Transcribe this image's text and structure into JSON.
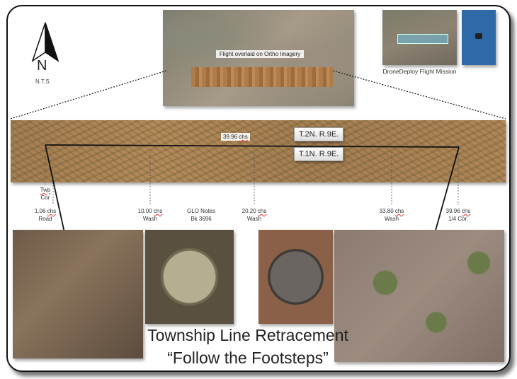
{
  "north_arrow": {
    "letter": "N",
    "scale_note": "N.T.S."
  },
  "top_image": {
    "caption": "Flight overlaid on Ortho Imagery"
  },
  "dronedeploy": {
    "caption": "DroneDeploy Flight Mission"
  },
  "strip": {
    "distance_label": "39.96",
    "distance_unit": "chs",
    "township_north": "T.2N. R.9E.",
    "township_south": "T.1N. R.9E."
  },
  "stations": [
    {
      "line1a": "Twp",
      "line2": "Cor"
    },
    {
      "value": "1.06",
      "unit": "chs",
      "line2": "Road"
    },
    {
      "value": "10.00",
      "unit": "chs",
      "line2": "Wash"
    },
    {
      "line1": "GLO Notes",
      "line2": "Bk 3696"
    },
    {
      "value": "20.20",
      "unit": "chs",
      "line2": "Wash"
    },
    {
      "value": "33.80",
      "unit": "chs",
      "line2": "Wash"
    },
    {
      "value": "39.96",
      "unit": "chs",
      "line2": "1/4 Cor."
    }
  ],
  "title": {
    "line1": "Township Line Retracement",
    "line2": "“Follow the Footsteps”"
  }
}
